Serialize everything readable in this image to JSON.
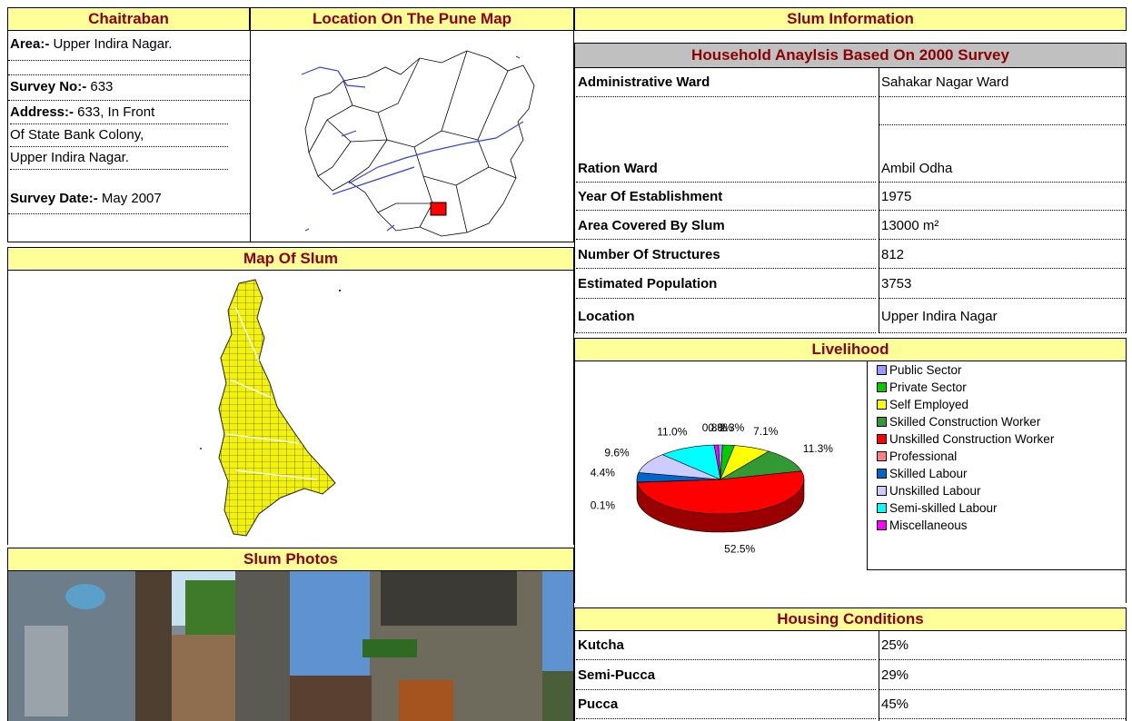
{
  "headers": {
    "slum_name": "Chaitraban",
    "location_map": "Location On The Pune Map",
    "slum_info": "Slum Information",
    "household": "Household  Anaylsis Based On 2000 Survey",
    "map_of_slum": "Map Of Slum",
    "slum_photos": "Slum Photos",
    "livelihood": "Livelihood",
    "housing": "Housing Conditions"
  },
  "details": {
    "area_label": "Area:-",
    "area_value": " Upper Indira Nagar.",
    "survey_label": "Survey No:-",
    "survey_value": " 633",
    "address_label": "Address:-",
    "address_value1": " 633, In Front",
    "address_value2": "Of State Bank Colony,",
    "address_value3": "Upper Indira Nagar.",
    "date_label": "Survey Date:-",
    "date_value": " May 2007"
  },
  "info_rows": [
    {
      "label": "Administrative Ward",
      "value": "Sahakar Nagar Ward"
    },
    {
      "label": "Ration Ward",
      "value": "Ambil Odha"
    },
    {
      "label": "Year Of Establishment",
      "value": "1975"
    },
    {
      "label": "Area Covered By Slum",
      "value": "13000 m²"
    },
    {
      "label": "Number Of Structures",
      "value": "812"
    },
    {
      "label": "Estimated Population",
      "value": "3753"
    },
    {
      "label": "Location",
      "value": "Upper Indira Nagar"
    }
  ],
  "housing_rows": [
    {
      "label": "Kutcha",
      "value": "25%"
    },
    {
      "label": "Semi-Pucca",
      "value": "29%"
    },
    {
      "label": "Pucca",
      "value": "45%"
    }
  ],
  "chart_data": {
    "type": "pie",
    "categories": [
      "Public Sector",
      "Private Sector",
      "Self Employed",
      "Skilled Construction Worker",
      "Unskilled Construction Worker",
      "Professional",
      "Skilled Labour",
      "Unskilled Labour",
      "Semi-skilled Labour",
      "Miscellaneous"
    ],
    "values": [
      0.8,
      2.3,
      7.1,
      11.3,
      52.5,
      0.1,
      4.4,
      9.6,
      11.0,
      0.8
    ],
    "labels": [
      "0.8%",
      "2.3%",
      "7.1%",
      "11.3%",
      "52.5%",
      "0.1%",
      "4.4%",
      "9.6%",
      "11.0%",
      "0.8%"
    ],
    "colors": [
      "#9999ff",
      "#00cc00",
      "#ffff00",
      "#339933",
      "#ff0000",
      "#ff8080",
      "#0066cc",
      "#ccccff",
      "#00ffff",
      "#ff00ff"
    ],
    "legend": "right"
  }
}
